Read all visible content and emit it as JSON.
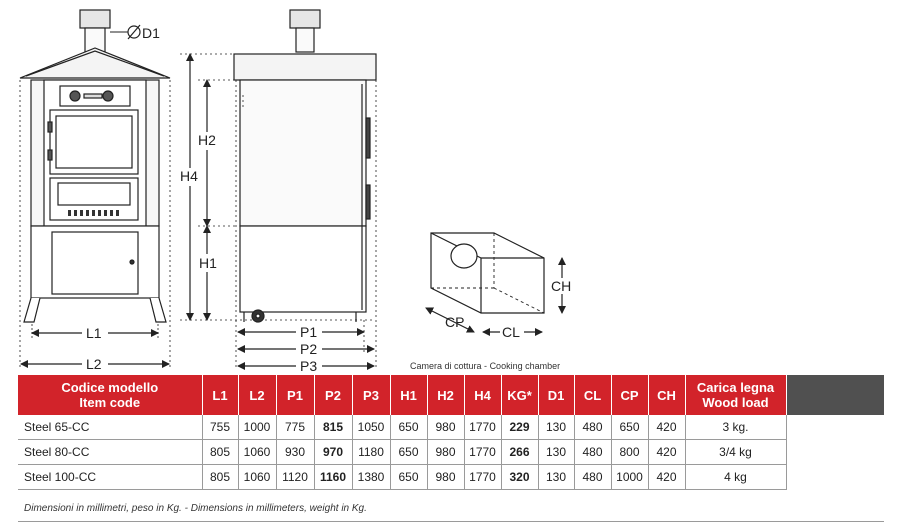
{
  "labels": {
    "d1": "D1",
    "h2": "H2",
    "h4": "H4",
    "h1": "H1",
    "l1": "L1",
    "l2": "L2",
    "p1": "P1",
    "p2": "P2",
    "p3": "P3",
    "ch": "CH",
    "cp": "CP",
    "cl": "CL"
  },
  "caption": {
    "it": "Camera di cottura",
    "sep": "-",
    "en": "Cooking chamber"
  },
  "table": {
    "header_model_it": "Codice modello",
    "header_model_en": "Item  code",
    "columns": [
      "L1",
      "L2",
      "P1",
      "P2",
      "P3",
      "H1",
      "H2",
      "H4",
      "KG*",
      "D1",
      "CL",
      "CP",
      "CH"
    ],
    "header_load_it": "Carica legna",
    "header_load_en": "Wood load",
    "rows": [
      {
        "model": "Steel 65-CC",
        "values": [
          "755",
          "1000",
          "775",
          "815",
          "1050",
          "650",
          "980",
          "1770",
          "229",
          "130",
          "480",
          "650",
          "420"
        ],
        "load": "3 kg."
      },
      {
        "model": "Steel 80-CC",
        "values": [
          "805",
          "1060",
          "930",
          "970",
          "1180",
          "650",
          "980",
          "1770",
          "266",
          "130",
          "480",
          "800",
          "420"
        ],
        "load": "3/4 kg"
      },
      {
        "model": "Steel 100-CC",
        "values": [
          "805",
          "1060",
          "1120",
          "1160",
          "1380",
          "650",
          "980",
          "1770",
          "320",
          "130",
          "480",
          "1000",
          "420"
        ],
        "load": "4 kg"
      }
    ]
  },
  "note": "Dimensioni in millimetri, peso in Kg.   - Dimensions in millimeters, weight in Kg.",
  "colors": {
    "header_red": "#d2232a",
    "header_blank": "#505050"
  }
}
